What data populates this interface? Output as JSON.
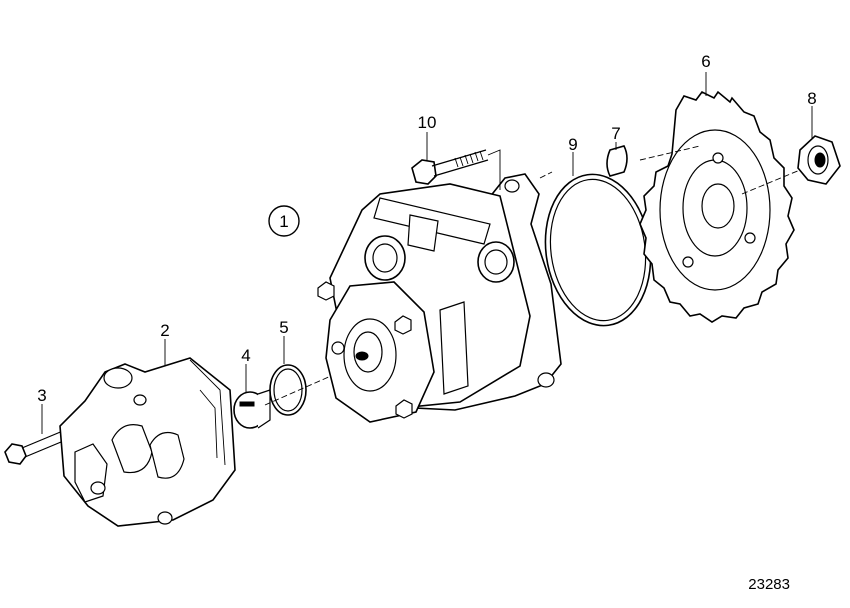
{
  "callouts": {
    "c1": "1",
    "c2": "2",
    "c3": "3",
    "c4": "4",
    "c5": "5",
    "c6": "6",
    "c7": "7",
    "c8": "8",
    "c9": "9",
    "c10": "10"
  },
  "reference_number": "23283"
}
